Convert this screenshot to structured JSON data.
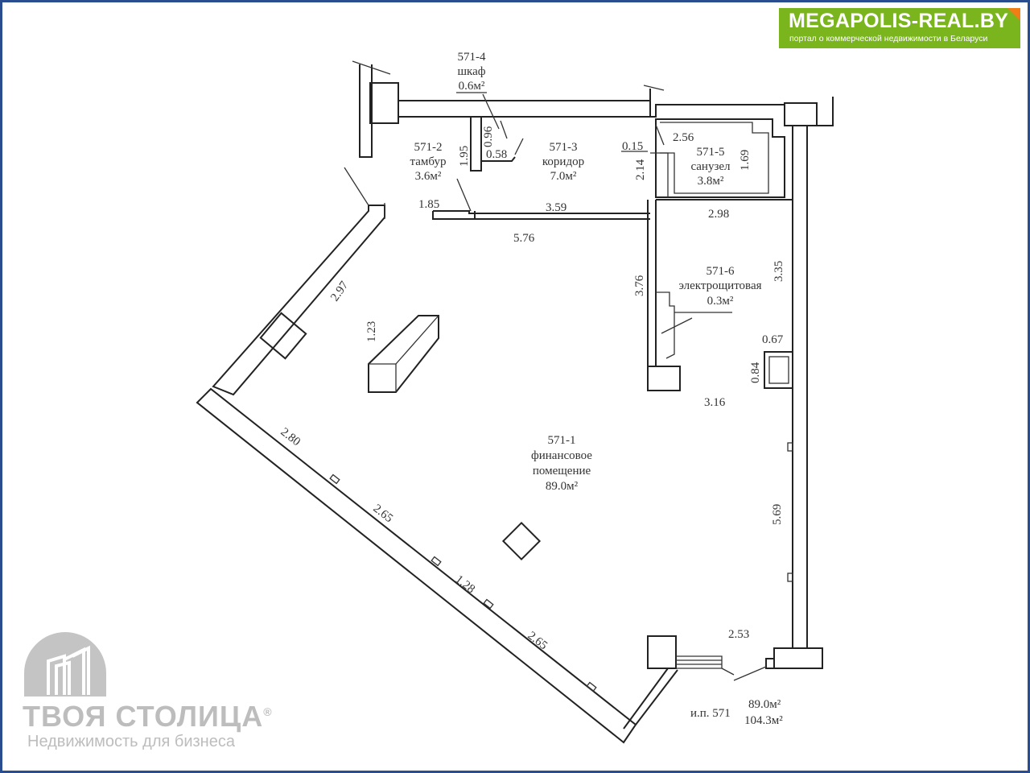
{
  "logo": {
    "title": "MEGAPOLIS-REAL.BY",
    "subtitle": "портал о коммерческой недвижимости в Беларуси",
    "color": "#7bb51e"
  },
  "watermark": {
    "name": "ТВОЯ СТОЛИЦА",
    "registered": "®",
    "subtitle": "Недвижимость для бизнеса"
  },
  "rooms": [
    {
      "id": "571-1",
      "name": "финансовое",
      "name2": "помещение",
      "area": "89.0м²"
    },
    {
      "id": "571-2",
      "name": "тамбур",
      "area": "3.6м²"
    },
    {
      "id": "571-3",
      "name": "коридор",
      "area": "7.0м²"
    },
    {
      "id": "571-4",
      "name": "шкаф",
      "area": "0.6м²"
    },
    {
      "id": "571-5",
      "name": "санузел",
      "area": "3.8м²"
    },
    {
      "id": "571-6",
      "name": "электрощитовая",
      "area": "0.3м²"
    }
  ],
  "dimensions": [
    "0.96",
    "0.58",
    "1.95",
    "1.85",
    "3.59",
    "5.76",
    "0.15",
    "2.14",
    "2.56",
    "1.69",
    "2.98",
    "3.35",
    "3.76",
    "0.67",
    "0.84",
    "3.16",
    "5.69",
    "2.53",
    "2.97",
    "1.23",
    "2.80",
    "2.65",
    "1.28",
    "2.65"
  ],
  "summary": {
    "label": "и.п. 571",
    "area_main": "89.0м²",
    "area_total": "104.3м²"
  }
}
